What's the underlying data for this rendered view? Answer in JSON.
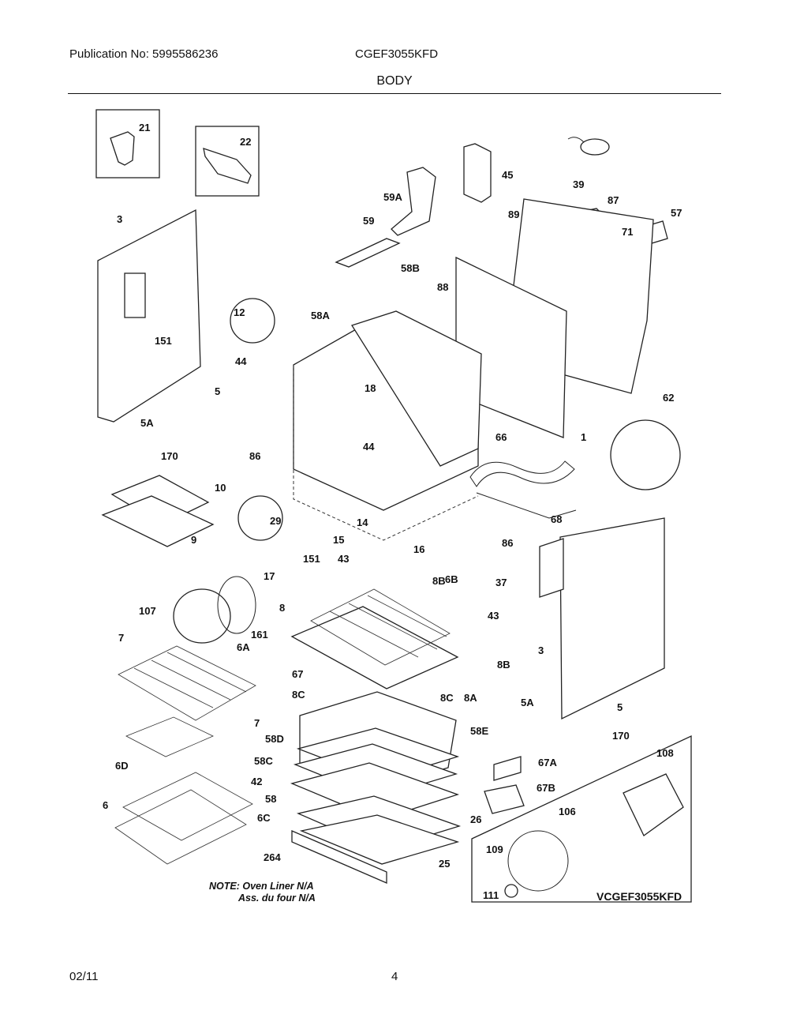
{
  "header": {
    "publication": "Publication No: 5995586236",
    "model": "CGEF3055KFD",
    "title": "BODY"
  },
  "footer": {
    "date": "02/11",
    "page": "4"
  },
  "diagram": {
    "note_line1": "NOTE: Oven Liner N/A",
    "note_line2": "Ass. du four N/A",
    "code": "VCGEF3055KFD",
    "labels": [
      "21",
      "22",
      "45",
      "39",
      "59A",
      "87",
      "57",
      "3",
      "59",
      "89",
      "71",
      "58B",
      "12",
      "58A",
      "88",
      "151",
      "44",
      "18",
      "5",
      "62",
      "5A",
      "170",
      "86",
      "44",
      "1",
      "66",
      "10",
      "29",
      "14",
      "68",
      "9",
      "15",
      "16",
      "86",
      "151",
      "43",
      "37",
      "17",
      "8B",
      "8",
      "6B",
      "107",
      "43",
      "161",
      "7",
      "6A",
      "3",
      "8B",
      "67",
      "8C",
      "8C",
      "8A",
      "5A",
      "58E",
      "5",
      "7",
      "170",
      "6D",
      "58D",
      "108",
      "58C",
      "67A",
      "42",
      "67B",
      "6",
      "58",
      "6C",
      "26",
      "106",
      "264",
      "109",
      "25",
      "111"
    ]
  }
}
